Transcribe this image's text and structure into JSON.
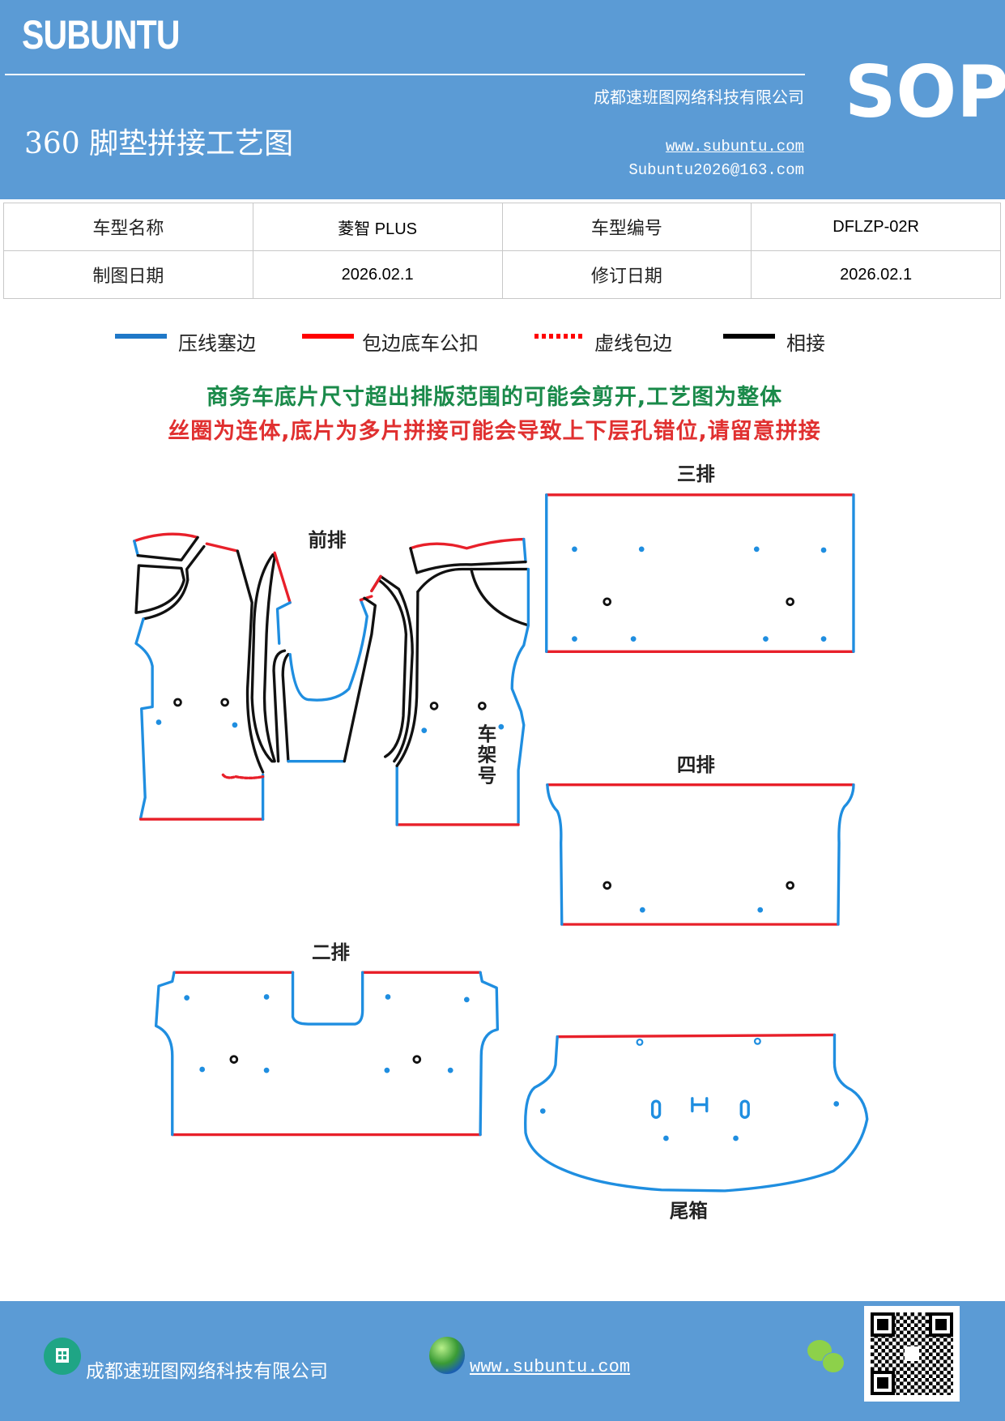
{
  "header": {
    "brand": "SUBUNTU",
    "doc_type": "SOP",
    "company": "成都速班图网络科技有限公司",
    "title": "360 脚垫拼接工艺图",
    "website": "www.subuntu.com",
    "email": "Subuntu2026@163.com"
  },
  "info_table": {
    "rows": [
      [
        "车型名称",
        "菱智 PLUS",
        "车型编号",
        "DFLZP-02R"
      ],
      [
        "制图日期",
        "2026.02.1",
        "修订日期",
        "2026.02.1"
      ]
    ]
  },
  "legend": [
    {
      "label": "压线塞边",
      "color": "#1f78c8",
      "style": "solid"
    },
    {
      "label": "包边底车公扣",
      "color": "#ff0000",
      "style": "solid"
    },
    {
      "label": "虚线包边",
      "color": "#ff0000",
      "style": "dotted"
    },
    {
      "label": "相接",
      "color": "#000000",
      "style": "solid"
    }
  ],
  "notices": {
    "line1": "商务车底片尺寸超出排版范围的可能会剪开,工艺图为整体",
    "line1_color": "#1a8a4a",
    "line2": "丝圈为连体,底片为多片拼接可能会导致上下层孔错位,请留意拼接",
    "line2_color": "#e03030"
  },
  "diagram": {
    "front_label": "前排",
    "frame_label": [
      "车",
      "架",
      "号"
    ],
    "third_label": "三排",
    "fourth_label": "四排",
    "second_label": "二排",
    "trunk_label": "尾箱"
  },
  "footer": {
    "company": "成都速班图网络科技有限公司",
    "website": "www.subuntu.com",
    "icons": [
      "building-icon",
      "globe-icon",
      "wechat-icon",
      "qr-code"
    ]
  },
  "colors": {
    "header_bg": "#5b9bd5",
    "edge_blue": "#1f8ee0",
    "edge_red": "#e8202a",
    "edge_black": "#111111"
  }
}
